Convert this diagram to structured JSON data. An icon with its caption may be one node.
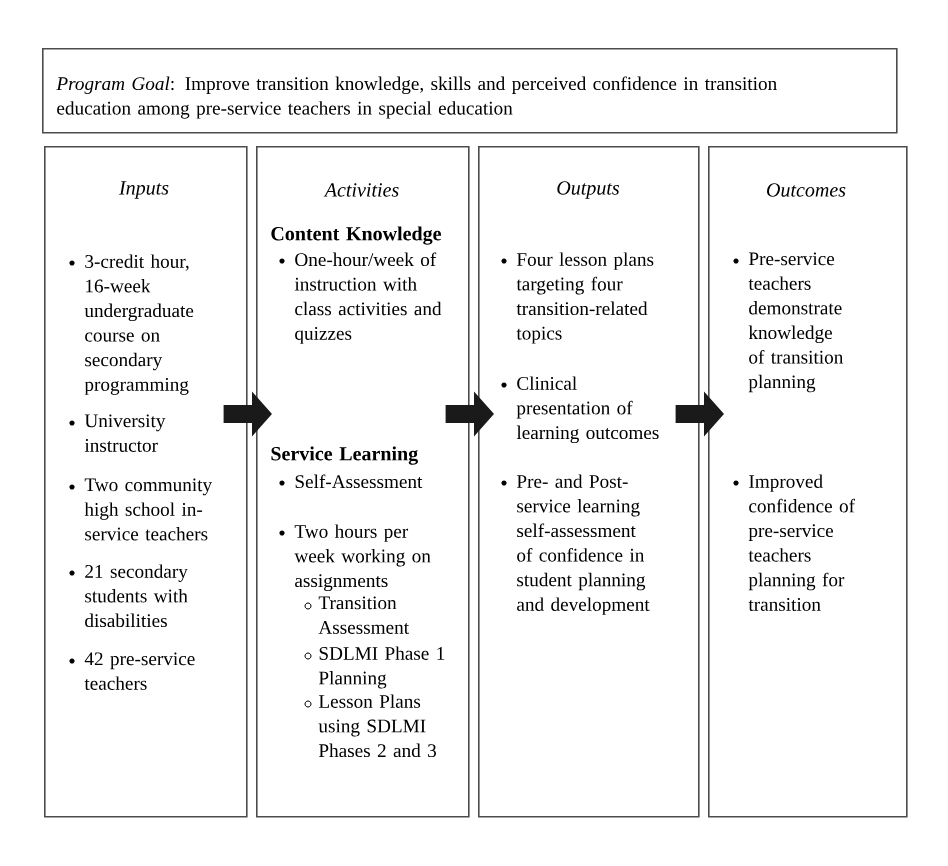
{
  "diagram": {
    "nodes": [
      {
        "text": [
          "*Program Goal*: Improve transition knowledge, skills and perceived confidence in transition education among pre-service teachers in special education"
        ]
      },
      {
        "text": [
          "Inputs",
          "3-credit hour, 16-week undergraduate course on secondary programming",
          "University instructor",
          "Two community high school in-service teachers",
          "21 secondary students with disabilities",
          "42 pre-service teachers"
        ]
      },
      {
        "text": [
          "Activities",
          "Content Knowledge",
          "One-hour/week of instruction with class activities and quizzes",
          "Service Learning",
          "Self-Assessment",
          "Two hours per week working on assignments",
          "Transition Assessment",
          "SDLMI Phase 1 Planning",
          "Lesson Plans using SDLMI Phases 2 and 3"
        ]
      },
      {
        "text": [
          "Outputs",
          "Four lesson plans targeting four transition-related topics",
          "Clinical presentation of learning outcomes",
          "Pre- and Post-service learning self-assessment of confidence in student planning and development"
        ]
      },
      {
        "text": [
          "Outcomes",
          "Pre-service teachers demonstrate knowledge of transition planning",
          "Improved confidence of pre-service teachers planning for transition"
        ]
      }
    ],
    "edges": [
      {
        "from": 1,
        "to": 2,
        "arrow": "to"
      },
      {
        "from": 2,
        "to": 3,
        "arrow": "to"
      },
      {
        "from": 3,
        "to": 4,
        "arrow": "to"
      }
    ]
  }
}
